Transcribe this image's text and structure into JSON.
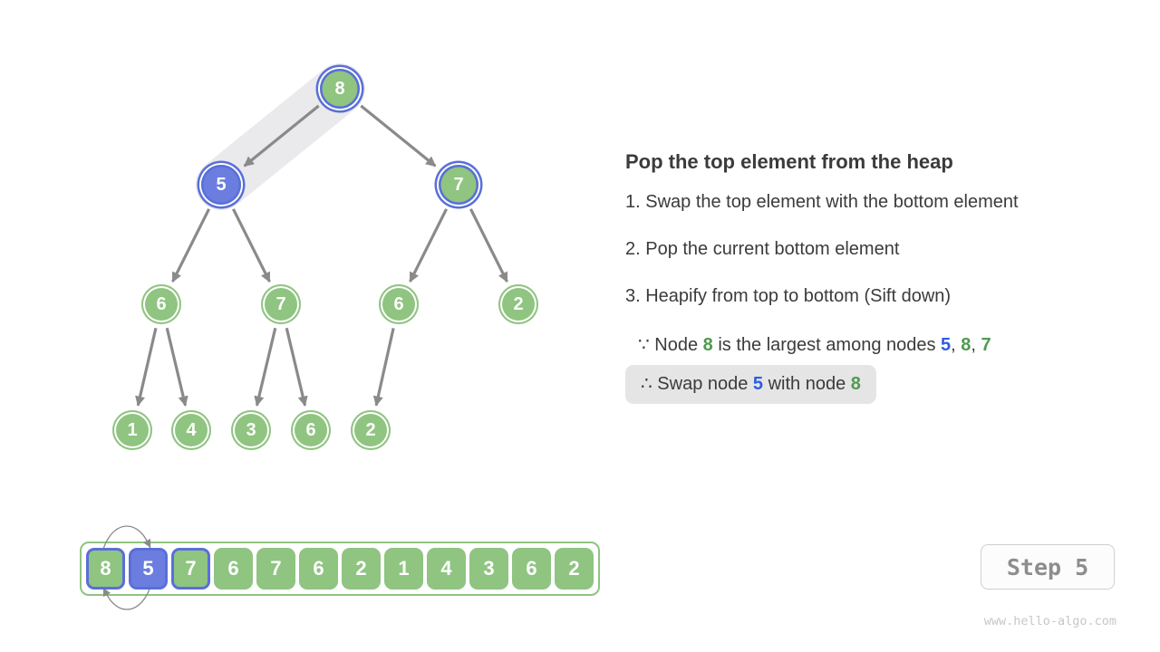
{
  "panel": {
    "title": "Pop the top element from the heap",
    "steps": [
      "1. Swap the top element with the bottom element",
      "2. Pop the current bottom element",
      "3. Heapify from top to bottom (Sift down)"
    ],
    "because_line": [
      {
        "t": "∵ Node "
      },
      {
        "t": "8",
        "c": "green"
      },
      {
        "t": " is the largest among nodes "
      },
      {
        "t": "5",
        "c": "blue"
      },
      {
        "t": ", "
      },
      {
        "t": "8",
        "c": "green"
      },
      {
        "t": ", "
      },
      {
        "t": "7",
        "c": "green"
      }
    ],
    "therefore_line": [
      {
        "t": "∴ Swap node "
      },
      {
        "t": "5",
        "c": "blue"
      },
      {
        "t": " with node "
      },
      {
        "t": "8",
        "c": "green"
      }
    ]
  },
  "tree": {
    "nodes": [
      {
        "value": "8",
        "fill": "green",
        "ring": true
      },
      {
        "value": "5",
        "fill": "blue",
        "ring": true
      },
      {
        "value": "7",
        "fill": "green",
        "ring": true
      },
      {
        "value": "6",
        "fill": "green",
        "ring": false
      },
      {
        "value": "7",
        "fill": "green",
        "ring": false
      },
      {
        "value": "6",
        "fill": "green",
        "ring": false
      },
      {
        "value": "2",
        "fill": "green",
        "ring": false
      },
      {
        "value": "1",
        "fill": "green",
        "ring": false
      },
      {
        "value": "4",
        "fill": "green",
        "ring": false
      },
      {
        "value": "3",
        "fill": "green",
        "ring": false
      },
      {
        "value": "6",
        "fill": "green",
        "ring": false
      },
      {
        "value": "2",
        "fill": "green",
        "ring": false
      }
    ],
    "swap_highlight": [
      0,
      1
    ]
  },
  "array": {
    "cells": [
      {
        "value": "8",
        "fill": "green",
        "border": "blue"
      },
      {
        "value": "5",
        "fill": "blue",
        "border": "blue"
      },
      {
        "value": "7",
        "fill": "green",
        "border": "blue"
      },
      {
        "value": "6",
        "fill": "green",
        "border": "green"
      },
      {
        "value": "7",
        "fill": "green",
        "border": "green"
      },
      {
        "value": "6",
        "fill": "green",
        "border": "green"
      },
      {
        "value": "2",
        "fill": "green",
        "border": "green"
      },
      {
        "value": "1",
        "fill": "green",
        "border": "green"
      },
      {
        "value": "4",
        "fill": "green",
        "border": "green"
      },
      {
        "value": "3",
        "fill": "green",
        "border": "green"
      },
      {
        "value": "6",
        "fill": "green",
        "border": "green"
      },
      {
        "value": "2",
        "fill": "green",
        "border": "green"
      }
    ],
    "swap_between": [
      0,
      1
    ]
  },
  "step_badge": {
    "label": "Step 5"
  },
  "footer": {
    "site": "www.hello-algo.com"
  },
  "colors": {
    "node_green": "#8FC481",
    "node_blue": "#6B7EDF",
    "ring_blue": "#5A6FD8",
    "text_blue": "#2E5BE7",
    "text_green": "#4E9B50",
    "edge_gray": "#8A8A8A",
    "band_gray": "#EAEAEC",
    "highlight_box": "#E5E5E5"
  }
}
